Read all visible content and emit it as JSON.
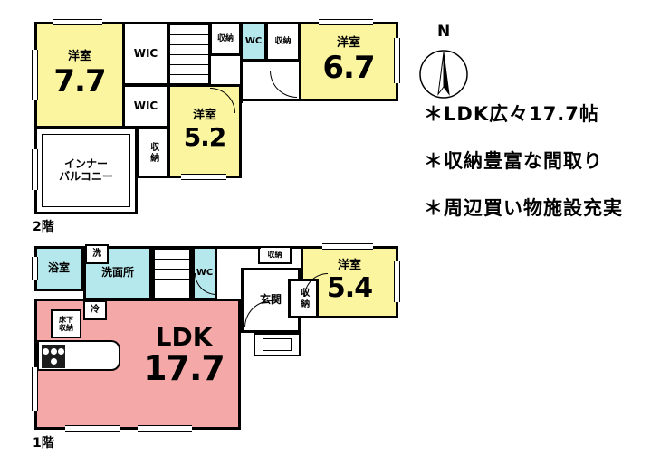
{
  "colors": {
    "room_yellow": "#FBF5A0",
    "wet_area_cyan": "#B5E8EC",
    "ldk_pink": "#F5A8A8",
    "wall_black": "#000000"
  },
  "floor2": {
    "label": "2階",
    "rooms": {
      "western77": {
        "label": "洋室",
        "size": "7.7"
      },
      "western67": {
        "label": "洋室",
        "size": "6.7"
      },
      "western52": {
        "label": "洋室",
        "size": "5.2"
      },
      "wic_a": {
        "label": "WIC"
      },
      "wic_b": {
        "label": "WIC"
      },
      "closet_a": {
        "label": "収納"
      },
      "closet_b": {
        "label": "収納"
      },
      "closet_c": {
        "label": "収納"
      },
      "wc": {
        "label": "WC"
      },
      "balcony": {
        "line1": "インナー",
        "line2": "バルコニー"
      }
    }
  },
  "floor1": {
    "label": "1階",
    "rooms": {
      "bath": {
        "label": "浴室"
      },
      "laundry": {
        "label": "洗"
      },
      "washroom": {
        "label": "洗面所"
      },
      "wc": {
        "label": "WC"
      },
      "closet_a": {
        "label": "収納"
      },
      "closet_b": {
        "label": "収納"
      },
      "fridge": {
        "label": "冷"
      },
      "underfloor": {
        "line1": "床下",
        "line2": "収納"
      },
      "entrance": {
        "label": "玄関"
      },
      "western54": {
        "label": "洋室",
        "size": "5.4"
      },
      "ldk": {
        "label": "LDK",
        "size": "17.7"
      }
    }
  },
  "compass": {
    "label": "N"
  },
  "notes": [
    "＊LDK広々17.7帖",
    "＊収納豊富な間取り",
    "＊周辺買い物施設充実"
  ]
}
